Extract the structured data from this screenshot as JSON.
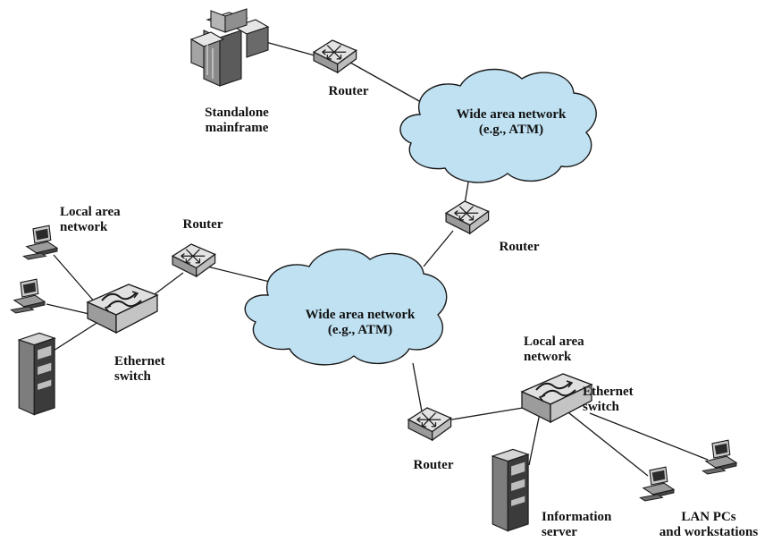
{
  "colors": {
    "cloud_fill": "#bfe1f2",
    "cloud_stroke": "#1a1a1a",
    "device_light": "#d9d9d9",
    "device_mid": "#a9a9a9",
    "device_dark": "#555555",
    "link": "#1a1a1a"
  },
  "nodes": {
    "mainframe": {
      "label": "Standalone\nmainframe",
      "icon": "mainframe-icon"
    },
    "router_top": {
      "label": "Router",
      "icon": "router-icon"
    },
    "wan_top": {
      "label": "Wide area network\n(e.g., ATM)",
      "icon": "cloud-icon"
    },
    "router_middle": {
      "label": "Router",
      "icon": "router-icon"
    },
    "wan_bottom": {
      "label": "Wide area network\n(e.g., ATM)",
      "icon": "cloud-icon"
    },
    "router_left": {
      "label": "Router",
      "icon": "router-icon"
    },
    "lan_left": {
      "label": "Local area\nnetwork"
    },
    "switch_left": {
      "label": "Ethernet\nswitch",
      "icon": "ethernet-switch-icon"
    },
    "lan_right": {
      "label": "Local area\nnetwork"
    },
    "switch_right": {
      "label": "Ethernet\nswitch",
      "icon": "ethernet-switch-icon"
    },
    "router_bottom": {
      "label": "Router",
      "icon": "router-icon"
    },
    "info_server": {
      "label": "Information\nserver",
      "icon": "server-icon"
    },
    "lan_pcs": {
      "label": "LAN PCs\nand workstations",
      "icon": "workstation-icon"
    }
  }
}
